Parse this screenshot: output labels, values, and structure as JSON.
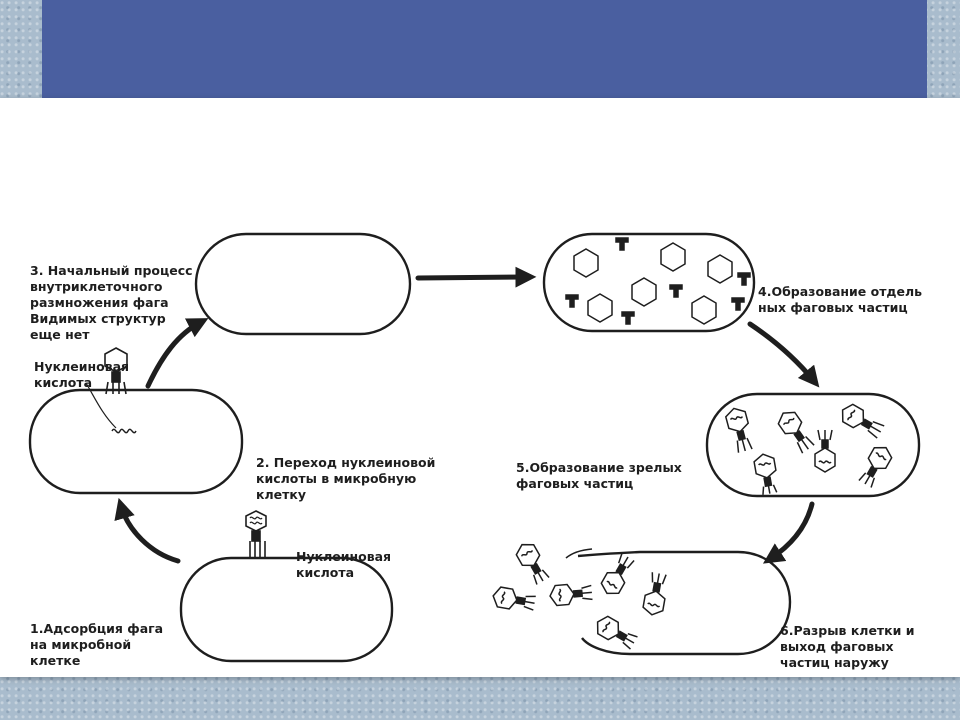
{
  "slide": {
    "header_color": "#4a5fa0",
    "background_color": "#ffffff",
    "ink_color": "#1e1e1e",
    "frame_color": "#a9bccd"
  },
  "diagram": {
    "stages": [
      {
        "number": 1,
        "lines": [
          "1.Адсорбция фага",
          "на микробной",
          "клетке"
        ]
      },
      {
        "number": 2,
        "lines": [
          "2. Переход нуклеиновой",
          "кислоты в микробную",
          "клетку"
        ]
      },
      {
        "number": 3,
        "lines": [
          "3. Начальный процесс",
          "внутриклеточного",
          "размножения фага",
          "Видимых структур",
          "еще нет"
        ]
      },
      {
        "number": 4,
        "lines": [
          "4.Образование отдель",
          "ных фаговых частиц"
        ]
      },
      {
        "number": 5,
        "lines": [
          "5.Образование зрелых",
          "фаговых частиц"
        ]
      },
      {
        "number": 6,
        "lines": [
          "6.Разрыв клетки и",
          "выход фаговых",
          "частиц наружу"
        ]
      }
    ],
    "callouts": [
      {
        "id": "nucleic-acid-top",
        "lines": [
          "Нуклеиновая",
          "кислота"
        ]
      },
      {
        "id": "nucleic-acid-bottom",
        "lines": [
          "Нуклеиновая",
          "кислота"
        ]
      }
    ]
  }
}
